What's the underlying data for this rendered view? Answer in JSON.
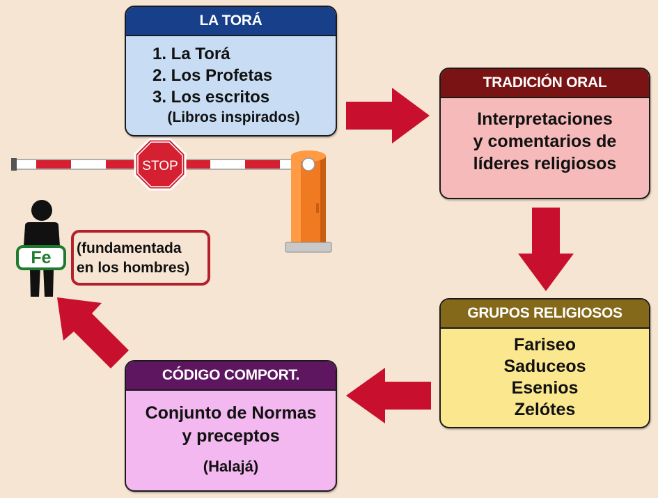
{
  "tora": {
    "title": "LA TORÁ",
    "items": [
      "1. La Torá",
      "2. Los Profetas",
      "3. Los escritos"
    ],
    "note": "(Libros inspirados)"
  },
  "tradicion": {
    "title": "TRADICIÓN ORAL",
    "lines": [
      "Interpretaciones",
      "y comentarios de",
      "líderes religiosos"
    ]
  },
  "grupos": {
    "title": "GRUPOS RELIGIOSOS",
    "items": [
      "Fariseo",
      "Saduceos",
      "Esenios",
      "Zelótes"
    ]
  },
  "codigo": {
    "title": "CÓDIGO COMPORT.",
    "lines": [
      "Conjunto de Normas",
      "y preceptos"
    ],
    "note": "(Halajá)"
  },
  "person": {
    "badge": "Fe",
    "caption_lines": [
      "(fundamentada",
      "en los hombres)"
    ]
  },
  "barrier": {
    "sign_text": "STOP"
  },
  "colors": {
    "background": "#f6e5d2",
    "arrow": "#c8102e",
    "tora_header": "#173f8a",
    "tora_body": "#c8ddf4",
    "tradicion_header": "#7a1414",
    "tradicion_body": "#f6baba",
    "grupos_header": "#84691a",
    "grupos_body": "#fbe78e",
    "codigo_header": "#5f1660",
    "codigo_body": "#f2b8ef",
    "fe_badge": "#1e7a2e",
    "stop_sign": "#d42030",
    "barrier_post": "#f07a22"
  }
}
